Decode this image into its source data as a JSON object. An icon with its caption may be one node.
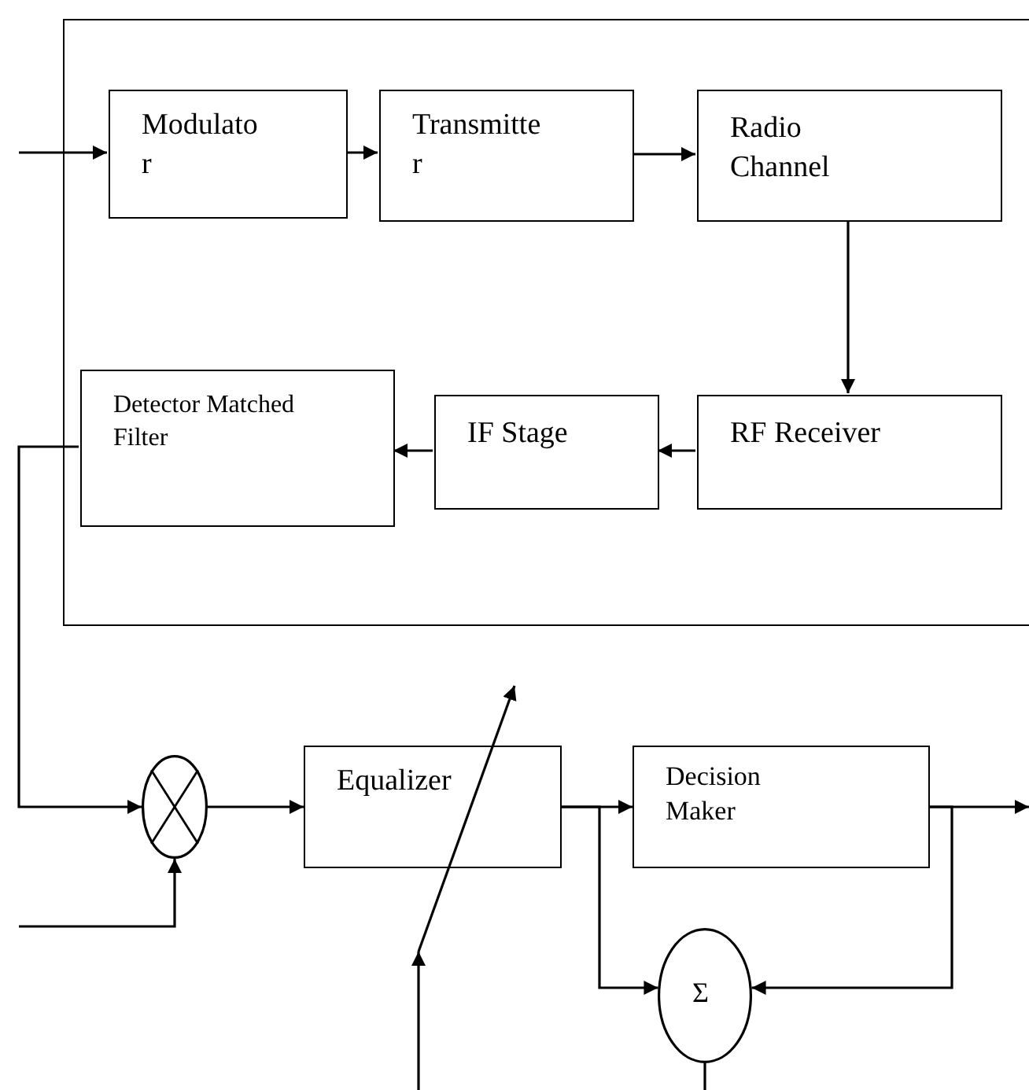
{
  "diagram": {
    "nodes": [
      {
        "text": [],
        "shape": "box"
      },
      {
        "text": [
          "Modulato r"
        ],
        "in": 0
      },
      {
        "text": [
          "Transmitte r"
        ],
        "in": 0
      },
      {
        "text": [
          "Radio Channel"
        ],
        "in": 0
      },
      {
        "text": [
          "Detector Matched Filter"
        ],
        "in": 0
      },
      {
        "text": [
          "IF Stage"
        ],
        "in": 0
      },
      {
        "text": [
          "RF Receiver"
        ],
        "in": 0
      },
      {
        "text": [],
        "shape": "circle"
      },
      {
        "text": [
          "Equalizer"
        ]
      },
      {
        "text": [
          "Decision Maker"
        ]
      },
      {
        "text": [
          "Σ"
        ]
      }
    ],
    "edges": [
      {
        "from": null,
        "to": 1,
        "arrow": "to"
      },
      {
        "from": 1,
        "to": 2,
        "arrow": "to"
      },
      {
        "from": 2,
        "to": 3,
        "arrow": "to"
      },
      {
        "from": 3,
        "to": 6,
        "arrow": "to"
      },
      {
        "from": 6,
        "to": 5,
        "arrow": "to"
      },
      {
        "from": 5,
        "to": 4,
        "arrow": "to"
      },
      {
        "from": 4,
        "to": 7,
        "arrow": "to"
      },
      {
        "from": null,
        "to": 7,
        "arrow": "to"
      },
      {
        "from": 7,
        "to": 8,
        "arrow": "to"
      },
      {
        "from": 8,
        "to": 9,
        "arrow": "to"
      },
      {
        "from": 8,
        "to": 10,
        "arrow": "to"
      },
      {
        "from": 9,
        "to": null,
        "arrow": "to"
      },
      {
        "from": 9,
        "to": 10,
        "arrow": "to"
      },
      {
        "from": 10,
        "to": null,
        "arrow": "none"
      }
    ]
  }
}
